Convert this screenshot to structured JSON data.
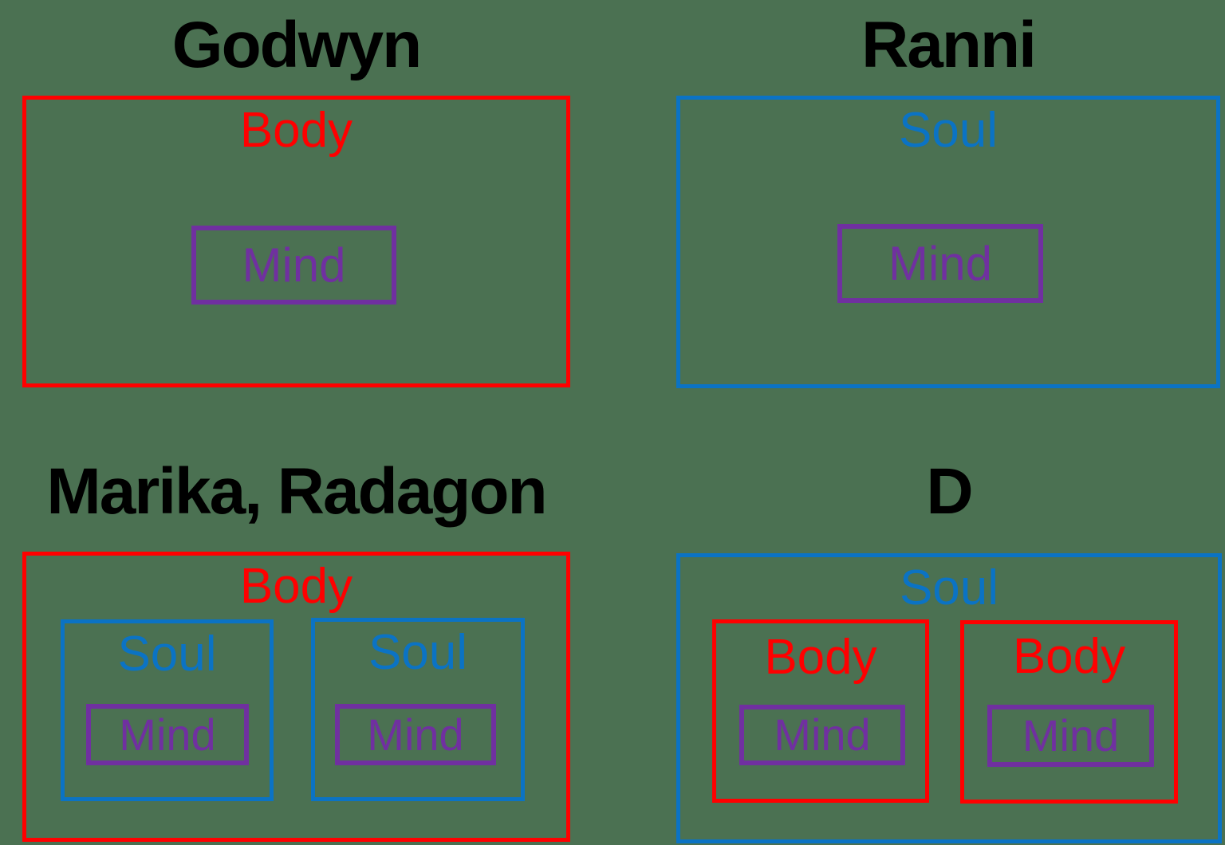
{
  "colors": {
    "background": "#4B7152",
    "body": "#FF0000",
    "soul": "#0B73C4",
    "mind": "#7030A0",
    "title_text": "#000000"
  },
  "panels": [
    {
      "title": "Godwyn",
      "outer": "Body",
      "mind": "Mind"
    },
    {
      "title": "Ranni",
      "outer": "Soul",
      "mind": "Mind"
    },
    {
      "title": "Marika, Radagon",
      "outer": "Body",
      "sub": [
        {
          "label": "Soul",
          "mind": "Mind"
        },
        {
          "label": "Soul",
          "mind": "Mind"
        }
      ]
    },
    {
      "title": "D",
      "outer": "Soul",
      "sub": [
        {
          "label": "Body",
          "mind": "Mind"
        },
        {
          "label": "Body",
          "mind": "Mind"
        }
      ]
    }
  ]
}
